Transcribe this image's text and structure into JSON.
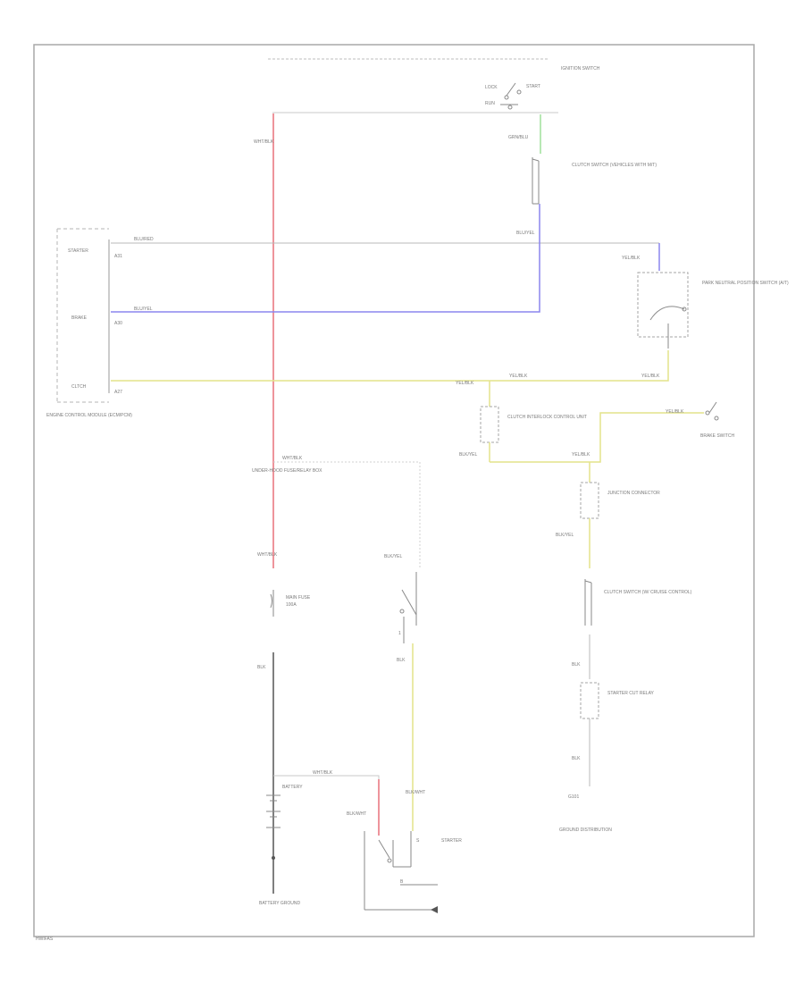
{
  "diagram": {
    "figure_code": "HWIFAS",
    "wire_colors": {
      "red": "#e8707a",
      "blue": "#8b86ee",
      "yellow": "#e4e38a",
      "green": "#9fe09a",
      "black": "#555555",
      "gray": "#c8c8c8"
    },
    "labels": {
      "ignition_switch": "IGNITION SWITCH",
      "ig1_wire": "BLU/YEL",
      "ig_red": "WHT/BLK",
      "grn_top": "GRN/BLU",
      "clutch_sw": "CLUTCH SWITCH (VEHICLES WITH M/T)",
      "ecm_starter": "STARTER",
      "ecm_brake": "BRAKE",
      "ecm_clutch": "CLTCH",
      "ecm_name": "ENGINE CONTROL MODULE (ECM/PCM)",
      "a31": "A31",
      "a30": "A30",
      "a27": "A27",
      "blu_yel_1": "BLU/YEL",
      "blu_yel_2": "BLU/YEL",
      "blu_red": "BLU/RED",
      "yel_blk_ecm": "YEL/BLK",
      "park_neutral": "PARK NEUTRAL POSITION SWITCH (A/T)",
      "cjc_top": "CLUTCH INTERLOCK CONTROL UNIT",
      "yel_blk_mid": "YEL/BLK",
      "yel_blk_mid2": "YEL/BLK",
      "blk_yel_b": "BLK/YEL",
      "junction_b": "JUNCTION CONNECTOR",
      "yel_blk_c": "YEL/BLK",
      "starter_cut": "STARTER CUT RELAY",
      "relay_num": "1",
      "underhood": "UNDER-HOOD FUSE/RELAY BOX",
      "fuse_main": "MAIN FUSE",
      "fuse_size": "100A",
      "wht_blk_fuse": "WHT/BLK",
      "wht_blk_rel": "WHT/BLK",
      "blk_out": "BLK",
      "battery": "BATTERY",
      "ground": "BATTERY GROUND",
      "blk_sol": "BLK/WHT",
      "blk_wht_s": "BLK/WHT",
      "starter": "STARTER",
      "s_term": "S",
      "b_term": "B",
      "yel_blk_r": "YEL/BLK",
      "brake_switch": "BRAKE SWITCH",
      "clutch_conn": "CLUTCH SWITCH (W/ CRUISE CONTROL)",
      "yel_blk_r2": "YEL/BLK",
      "blk_r": "BLK",
      "ground_g": "G101",
      "ground_name": "GROUND DISTRIBUTION"
    }
  }
}
